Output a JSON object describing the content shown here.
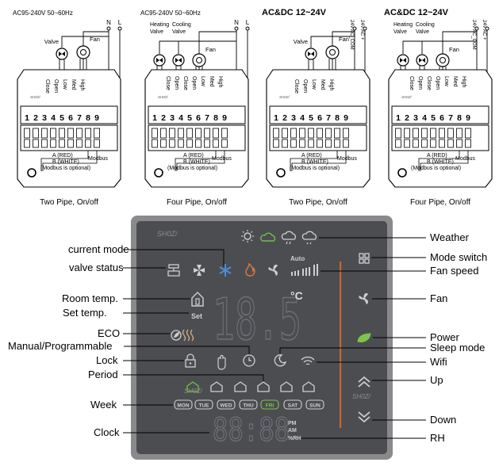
{
  "wiring": {
    "panels": [
      {
        "power": "AC95-240V  50~60Hz",
        "valves": [
          "Valve"
        ],
        "fan": "Fan",
        "rails": [
          "N",
          "L"
        ],
        "terminals": [
          "Close",
          "Open",
          "Low",
          "Med",
          "High"
        ],
        "numbers": [
          "1",
          "2",
          "3",
          "4",
          "5",
          "6",
          "7",
          "8",
          "9"
        ],
        "modbus": {
          "a": "A (RED)",
          "b": "B (WHITE)",
          "label": "Modbus",
          "note": "(Modbus is optional)"
        },
        "brand": "SH0Z/",
        "caption": "Two Pipe, On/off"
      },
      {
        "power": "AC95-240V  50~60Hz",
        "valves": [
          "Heating Valve",
          "Cooling Valve"
        ],
        "fan": "Fan",
        "rails": [
          "N",
          "L"
        ],
        "terminals": [
          "Close",
          "Open",
          "Close",
          "Open",
          "Low",
          "Med",
          "High"
        ],
        "numbers": [
          "1",
          "2",
          "3",
          "4",
          "5",
          "6",
          "7",
          "8",
          "9"
        ],
        "modbus": {
          "a": "A (RED)",
          "b": "B (WHITE)",
          "label": "Modbus",
          "note": "(Modbus is optional)"
        },
        "brand": "SH0Z/",
        "caption": "Four Pipe, On/off"
      },
      {
        "power": "AC&DC 12~24V",
        "valves": [
          "Valve"
        ],
        "fan": "Fan",
        "rails": [
          "24V AC_COM",
          "24V AC +"
        ],
        "terminals": [
          "Close",
          "Open",
          "Low",
          "Med",
          "High"
        ],
        "numbers": [
          "1",
          "2",
          "3",
          "4",
          "5",
          "6",
          "7",
          "8",
          "9"
        ],
        "modbus": {
          "a": "A (RED)",
          "b": "B (WHITE)",
          "label": "Modbus",
          "note": "(Modbus is optional)"
        },
        "brand": "SH0Z/",
        "caption": "Two Pipe, On/off"
      },
      {
        "power": "AC&DC 12~24V",
        "valves": [
          "Heating Valve",
          "Cooling Valve"
        ],
        "fan": "Fan",
        "rails": [
          "24V AC_COM",
          "24V AC +"
        ],
        "terminals": [
          "Close",
          "Open",
          "Close",
          "Open",
          "Low",
          "Med",
          "High"
        ],
        "numbers": [
          "1",
          "2",
          "3",
          "4",
          "5",
          "6",
          "7",
          "8",
          "9"
        ],
        "modbus": {
          "a": "A (RED)",
          "b": "B (WHITE)",
          "label": "Modbus",
          "note": "(Modbus is optional)"
        },
        "brand": "SH0Z/",
        "caption": "Four Pipe, On/off"
      }
    ]
  },
  "display": {
    "brand": "SH0Z/",
    "auto": "Auto",
    "unit": "°C",
    "set": "Set",
    "temp_digits": "18.5",
    "clock_digits": "88:88",
    "pm": "PM",
    "am": "AM",
    "rh": "%RH",
    "weekdays": [
      "MON",
      "TUE",
      "WED",
      "THU",
      "FRI",
      "SAT",
      "SUN"
    ],
    "colors": {
      "frame": "#8a8a8c",
      "screen": "#4c4d51",
      "icon": "#cfcfcf",
      "cool": "#4a8fd6",
      "fire": "#e07a40",
      "green": "#6fbf4a",
      "power": "#7ec34a",
      "bar": "#d46a2a"
    }
  },
  "labels": {
    "left": [
      "current mode",
      "valve status",
      "Room temp.",
      "Set temp.",
      "ECO",
      "Manual/Programmable",
      "Lock",
      "Period",
      "Week",
      "Clock"
    ],
    "right": [
      "Weather",
      "Mode switch",
      "Fan speed",
      "Fan",
      "Power",
      "Sleep mode",
      "Wifi",
      "Up",
      "Down",
      "RH"
    ]
  }
}
